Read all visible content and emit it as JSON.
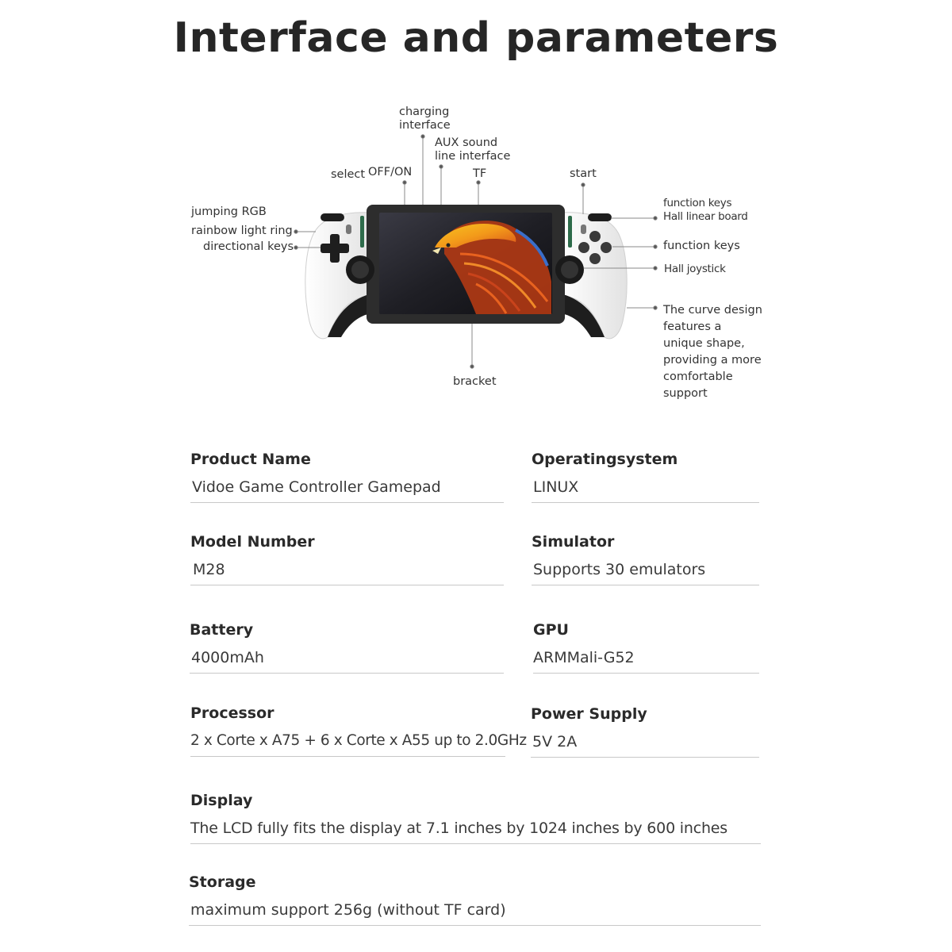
{
  "page": {
    "title": "Interface and parameters"
  },
  "diagram": {
    "callouts": {
      "charging_interface": "charging\ninterface",
      "aux": "AUX sound\nline interface",
      "select": "select",
      "off_on": "OFF/ON",
      "tf": "TF",
      "start": "start",
      "jumping_rgb": "jumping RGB",
      "rainbow_ring": "rainbow light ring",
      "directional_keys": "directional keys",
      "function_keys_hall": "function keys\nHall linear board",
      "function_keys": "function keys",
      "hall_joystick": "Hall joystick",
      "curve_design": "The curve design\nfeatures a\nunique shape,\nproviding a more\ncomfortable\nsupport",
      "bracket": "bracket"
    },
    "colors": {
      "body": "#f4f4f4",
      "grip_dark": "#1e1e1e",
      "screen_bezel": "#2d2d2d",
      "leader": "#8a8a8a"
    }
  },
  "specs": [
    {
      "label": "Product Name",
      "value": "Vidoe Game Controller Gamepad"
    },
    {
      "label": "Operatingsystem",
      "value": "LINUX"
    },
    {
      "label": "Model Number",
      "value": "M28"
    },
    {
      "label": "Simulator",
      "value": "Supports 30 emulators"
    },
    {
      "label": "Battery",
      "value": "4000mAh"
    },
    {
      "label": "GPU",
      "value": "ARMMali-G52"
    },
    {
      "label": "Processor",
      "value": "2 x Corte x A75 + 6 x Corte x A55 up to 2.0GHz"
    },
    {
      "label": "Power Supply",
      "value": "5V 2A"
    },
    {
      "label": "Display",
      "value": "The LCD fully fits the display at 7.1 inches by 1024 inches by 600 inches"
    },
    {
      "label": "Storage",
      "value": "maximum support 256g (without TF card)"
    }
  ]
}
